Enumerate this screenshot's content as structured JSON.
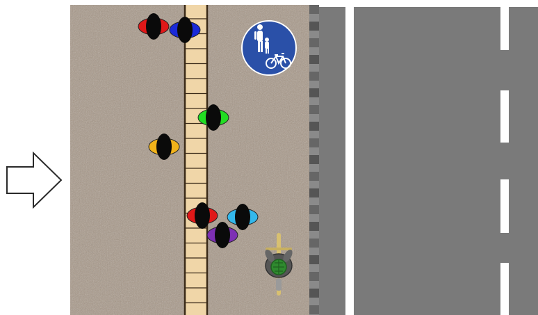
{
  "colors": {
    "background": "#ffffff",
    "sidewalk": "#a89888",
    "tactile_strip": "#f0d6a8",
    "tactile_line": "#3a2a18",
    "road": "#7a7a7a",
    "curb_dark": "#555555",
    "curb_light": "#8a8a8a",
    "lane_marking": "#ffffff",
    "sign_blue": "#2a50a8"
  },
  "arrow": {
    "icon": "right-arrow-outline",
    "direction": "right"
  },
  "sign": {
    "icon": "shared-pedestrian-cycle-path-sign",
    "symbols": [
      "pedestrian-adult-child",
      "bicycle"
    ]
  },
  "pedestrians": [
    {
      "color": "#e01818",
      "orientation": "horizontal"
    },
    {
      "color": "#1a2ad8",
      "orientation": "horizontal"
    },
    {
      "color": "#22dd22",
      "orientation": "horizontal"
    },
    {
      "color": "#f2b31a",
      "orientation": "horizontal"
    },
    {
      "color": "#e01818",
      "orientation": "horizontal"
    },
    {
      "color": "#33b8ec",
      "orientation": "horizontal"
    },
    {
      "color": "#7d2fb4",
      "orientation": "horizontal"
    }
  ],
  "cyclist": {
    "icon": "cyclist-top-view",
    "helmet_color": "#2f8a2f",
    "bike_color": "#d8c070"
  }
}
